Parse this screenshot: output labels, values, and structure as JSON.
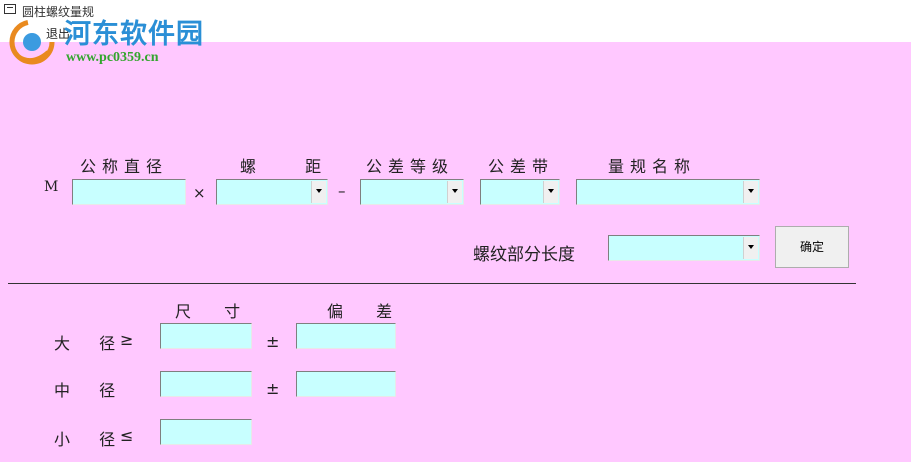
{
  "window": {
    "title": "圆柱螺纹量规"
  },
  "menu": {
    "items": [
      "退出"
    ]
  },
  "watermark": {
    "site_name": "河东软件园",
    "url": "www.pc0359.cn"
  },
  "colors": {
    "panel_background": "#ffc8ff",
    "input_background": "#c8ffff"
  },
  "form": {
    "prefix_m": "M",
    "headers": {
      "nominal_diameter": "公称直径",
      "pitch": "螺 距",
      "tolerance_grade": "公差等级",
      "tolerance_zone": "公差带",
      "gauge_name": "量规名称"
    },
    "times_sign": "×",
    "dash_sign": "–",
    "nominal_diameter_value": "",
    "pitch_value": "",
    "tolerance_grade_value": "",
    "tolerance_zone_value": "",
    "gauge_name_value": "",
    "thread_length_label": "螺纹部分长度",
    "thread_length_value": "",
    "confirm_button": "确定"
  },
  "results": {
    "size_header": "尺 寸",
    "deviation_header": "偏 差",
    "major_diameter": {
      "label": "大 径",
      "symbol": "≥",
      "pm": "±",
      "size": "",
      "deviation": ""
    },
    "pitch_diameter": {
      "label": "中 径",
      "pm": "±",
      "size": "",
      "deviation": ""
    },
    "minor_diameter": {
      "label": "小 径",
      "symbol": "≤",
      "size": ""
    }
  }
}
